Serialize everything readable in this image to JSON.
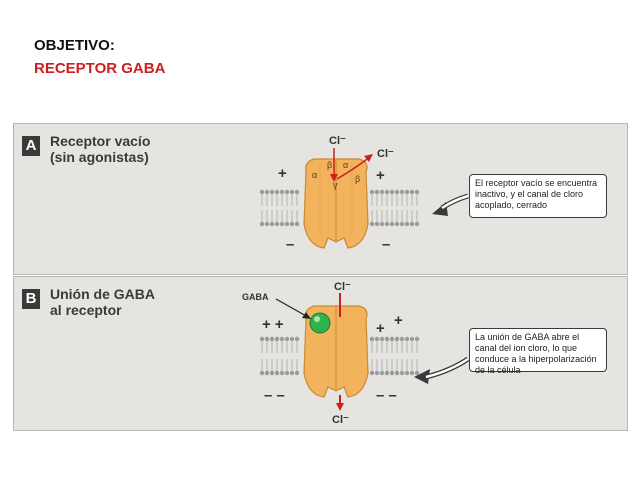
{
  "heading": {
    "line1": "OBJETIVO:",
    "line2": "RECEPTOR GABA"
  },
  "colors": {
    "accent_red": "#cc1f1f",
    "receptor_orange": "#f3b25c",
    "gaba_green": "#2fb34a",
    "panel_bg": "#e6e4e0"
  },
  "panels": [
    {
      "letter": "A",
      "title_lines": [
        "Receptor vacío",
        "(sin agonistas)"
      ],
      "ion_top": "Cl⁻",
      "ion_side": "Cl⁻",
      "subunits": [
        "α",
        "β",
        "α",
        "γ",
        "β"
      ],
      "outside_charges": "+",
      "inside_charges": "–",
      "note_lines": [
        "El receptor vacío se encuentra",
        "inactivo, y el canal de cloro",
        "acoplado, cerrado"
      ]
    },
    {
      "letter": "B",
      "title_lines": [
        "Unión de GABA",
        "al receptor"
      ],
      "gaba_label": "GABA",
      "ion_top": "Cl⁻",
      "ion_bottom": "Cl⁻",
      "outside_charges": "+ +",
      "outside_right": "+",
      "inside_charges": "– –",
      "note_lines": [
        "La unión de GABA abre el",
        "canal del ion cloro, lo que",
        "conduce a la hiperpolarización",
        "de la célula"
      ]
    }
  ]
}
